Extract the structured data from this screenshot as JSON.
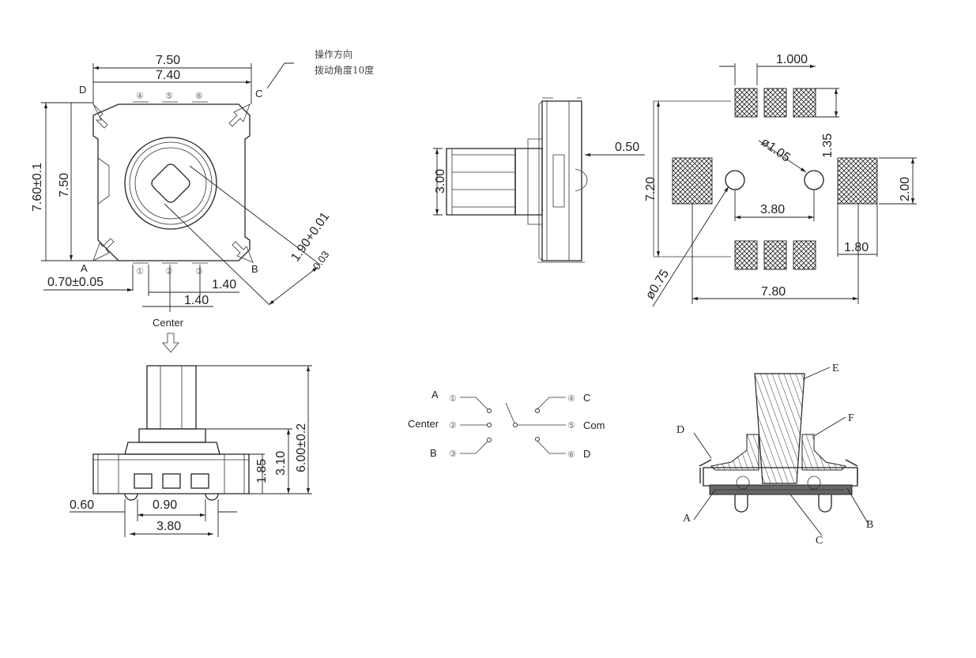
{
  "top_view": {
    "dim_width_outer": "7.50",
    "dim_width_inner": "7.40",
    "dim_height_outer": "7.60±0.1",
    "dim_height_inner": "7.50",
    "dim_knob": "1.90+0.01",
    "dim_knob_tol": "-0.03",
    "dim_pin_width": "0.70±0.05",
    "dim_pitch_1": "1.40",
    "dim_pitch_2": "1.40",
    "corner_labels": {
      "a": "A",
      "b": "B",
      "c": "C",
      "d": "D"
    },
    "pins_top": [
      "④",
      "⑤",
      "⑥"
    ],
    "pins_bottom": [
      "①",
      "②",
      "③"
    ],
    "note_line_1": "操作方向",
    "note_line_2": "拨动角度10度"
  },
  "side_view_right": {
    "dim_height": "3.00",
    "dim_offset": "0.50"
  },
  "footprint": {
    "dim_pad_pitch": "1.000",
    "dim_hole": "ø1.05",
    "dim_side_gap": "1.35",
    "dim_pad_height": "2.00",
    "dim_total_height": "7.20",
    "dim_hole_spacing": "3.80",
    "dim_pad_width": "1.80",
    "dim_total_width": "7.80",
    "dim_small_hole": "ø0.75"
  },
  "front_view": {
    "center_label": "Center",
    "dim_total_height": "6.00±0.2",
    "dim_body_height": "3.10",
    "dim_base_height": "1.85",
    "dim_foot": "0.60",
    "dim_pin_pitch": "0.90",
    "dim_outer_span": "3.80"
  },
  "schematic": {
    "left": [
      {
        "label": "A",
        "pin": "①"
      },
      {
        "label": "Center",
        "pin": "②"
      },
      {
        "label": "B",
        "pin": "③"
      }
    ],
    "right": [
      {
        "label": "C",
        "pin": "④"
      },
      {
        "label": "Com",
        "pin": "⑤"
      },
      {
        "label": "D",
        "pin": "⑥"
      }
    ]
  },
  "cross_section": {
    "labels": {
      "a": "A",
      "b": "B",
      "c": "C",
      "d": "D",
      "e": "E",
      "f": "F"
    }
  }
}
